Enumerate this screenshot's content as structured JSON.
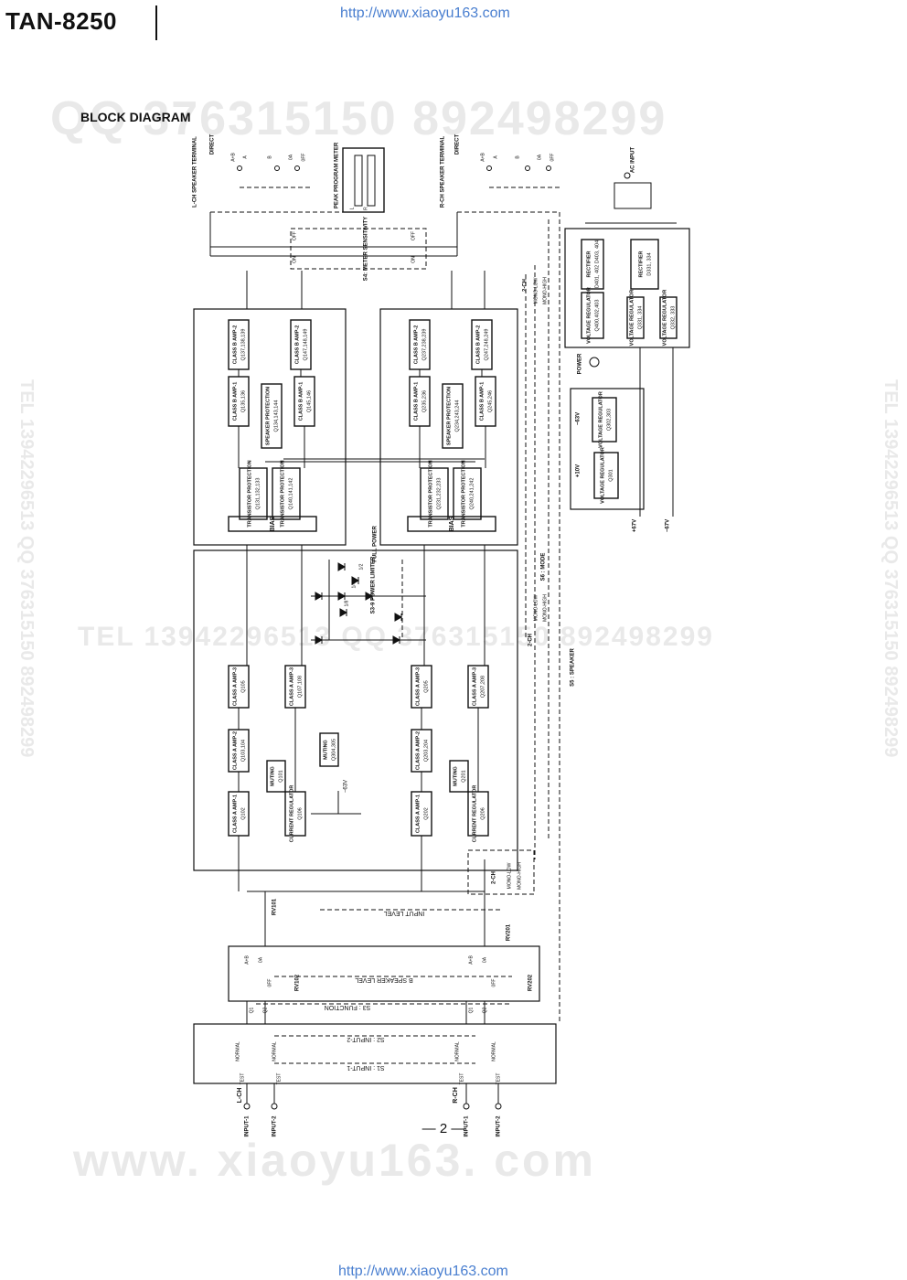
{
  "header": {
    "model": "TAN-8250",
    "url": "http://www.xiaoyu163.com"
  },
  "section_title": "BLOCK DIAGRAM",
  "watermarks": {
    "qq": "QQ 376315150  892498299",
    "tel": "TEL 13942296513   QQ 376315150  892498299",
    "site": "www. xiaoyu163. com",
    "side": "TEL 13942296513  QQ 376315150  892498299"
  },
  "page_number": "— 2 —",
  "diagram": {
    "channel_blocks": [
      {
        "id": "lch",
        "amp_blocks": [
          {
            "title": "CLASS B AMP-2",
            "sub": "Q137,138,139"
          },
          {
            "title": "CLASS B AMP-2",
            "sub": "Q147,148,149"
          },
          {
            "title": "CLASS B AMP-1",
            "sub": "Q135,136"
          },
          {
            "title": "SPEAKER PROTECTION",
            "sub": "Q134,143,144"
          },
          {
            "title": "CLASS B AMP-1",
            "sub": "Q145,146"
          },
          {
            "title": "TRANSISTOR PROTECTION",
            "sub": "Q131,132,133"
          },
          {
            "title": "TRANSISTOR PROTECTION",
            "sub": "Q140,141,142"
          },
          {
            "title": "CLASS A AMP-3",
            "sub": "Q105"
          },
          {
            "title": "CLASS A AMP-3",
            "sub": "Q107,108"
          },
          {
            "title": "CLASS A AMP-2",
            "sub": "Q103,104"
          },
          {
            "title": "MUTING",
            "sub": "Q101"
          },
          {
            "title": "CLASS A AMP-1",
            "sub": "Q102"
          },
          {
            "title": "CURRENT REGULATOR",
            "sub": "Q106"
          }
        ]
      },
      {
        "id": "rch",
        "amp_blocks": [
          {
            "title": "CLASS B AMP-2",
            "sub": "Q237,238,239"
          },
          {
            "title": "CLASS B AMP-2",
            "sub": "Q247,248,249"
          },
          {
            "title": "CLASS B AMP-1",
            "sub": "Q235,236"
          },
          {
            "title": "SPEAKER PROTECTION",
            "sub": "Q234,243,244"
          },
          {
            "title": "CLASS B AMP-1",
            "sub": "Q245,246"
          },
          {
            "title": "TRANSISTOR PROTECTION",
            "sub": "Q231,232,233"
          },
          {
            "title": "TRANSISTOR PROTECTION",
            "sub": "Q240,241,242"
          },
          {
            "title": "CLASS A AMP-3",
            "sub": "Q205"
          },
          {
            "title": "CLASS A AMP-3",
            "sub": "Q207,208"
          },
          {
            "title": "CLASS A AMP-2",
            "sub": "Q203,204"
          },
          {
            "title": "MUTING",
            "sub": "Q201"
          },
          {
            "title": "CLASS A AMP-1",
            "sub": "Q202"
          },
          {
            "title": "CURRENT REGULATOR",
            "sub": "Q206"
          }
        ]
      }
    ],
    "bias_label": "BIAS",
    "muting_center": {
      "title": "MUTING",
      "sub": "Q304,305"
    },
    "neg63_label": "−63V",
    "peak_meter": "PEAK PROGRAM METER",
    "meter_l": "L",
    "meter_r": "R",
    "meter_sens": "S4: METER SENSITIVITY",
    "on_label": "ON",
    "off_label": "OFF",
    "lch_terminal": "L-CH SPEAKER TERMINAL",
    "rch_terminal": "R-CH SPEAKER TERMINAL",
    "direct": "DIRECT",
    "sw_a": "A",
    "sw_b": "B",
    "sw_ab": "A+B",
    "sw_0a": "0A",
    "sw_0ff": "0FF",
    "ac_input": "AC INPUT",
    "rectifier1": {
      "title": "RECTIFIER",
      "sub": "D401, 402 D403, 404"
    },
    "rectifier2": {
      "title": "RECTIFIER",
      "sub": "D331, 334"
    },
    "vreg1": {
      "title": "VOLTAGE REGULATOR",
      "sub": "Q400,402,403"
    },
    "vreg2": {
      "title": "VOLTAGE REGULATOR",
      "sub": "Q331, 334"
    },
    "vreg3": {
      "title": "VOLTAGE REGULATOR",
      "sub": "Q332, 333"
    },
    "vreg4": {
      "title": "VOLTAGE REGULATOR",
      "sub": "Q302,303"
    },
    "vreg5": {
      "title": "VOLTAGE REGULATOR",
      "sub": "Q301"
    },
    "power_label": "POWER",
    "v_pos10": "+10V",
    "v_neg63": "−63V",
    "v_pos67": "+67V",
    "v_neg67": "−67V",
    "mode_2ch": "2-CH",
    "mode_mono_low": "MONO-LOW",
    "mode_mono_high": "MONO-HIGH",
    "s6_mode": "S6 : MODE",
    "s5_speaker": "S5 : SPEAKER",
    "full_power": "FULL POWER",
    "s3_limiter": "S3-9 POWER LIMITER",
    "limiter_taps": [
      "1/2",
      "1/4",
      "1/8"
    ],
    "input_level": "INPUT LEVEL",
    "b_speaker_level": "B SPEAKER LEVEL",
    "s3_function": "S3 : FUNCTION",
    "s2_input2": "S2 : INPUT-2",
    "s1_input1": "S1 : INPUT-1",
    "rv101": "RV101",
    "rv201": "RV201",
    "rv102": "RV102",
    "rv202": "RV202",
    "normal": "NORMAL",
    "test": "TEST",
    "q1": "Q1",
    "q2": "Q2",
    "lch_in": "L-CH",
    "rch_in": "R-CH",
    "input1": "INPUT-1",
    "input2": "INPUT-2"
  }
}
